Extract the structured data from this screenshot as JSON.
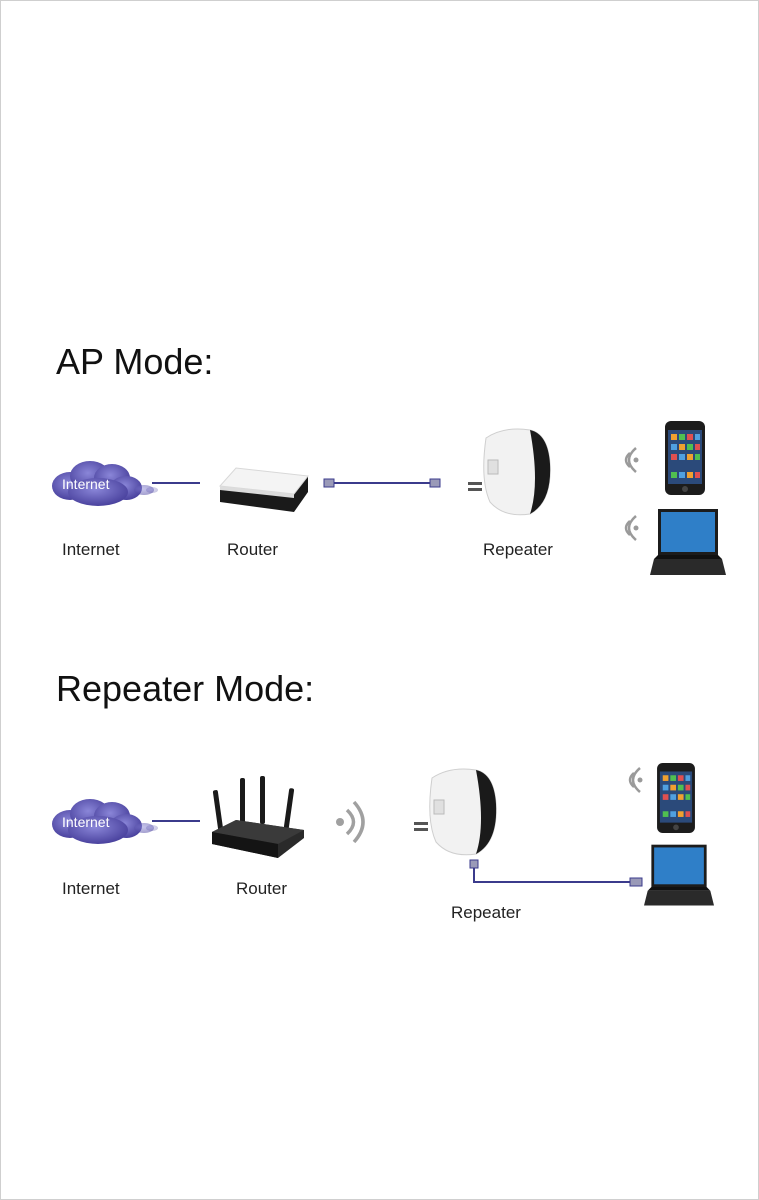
{
  "ap_mode": {
    "heading": "AP Mode:",
    "cloud_text": "Internet",
    "labels": {
      "internet": "Internet",
      "router": "Router",
      "repeater": "Repeater"
    }
  },
  "repeater_mode": {
    "heading": "Repeater Mode:",
    "cloud_text": "Internet",
    "labels": {
      "internet": "Internet",
      "router": "Router",
      "repeater": "Repeater"
    }
  },
  "colors": {
    "cloud": "#5b55b0",
    "cable": "#3b3b8c",
    "device_white": "#f2f2f2",
    "device_dark": "#1a1a1a",
    "screen_blue": "#2f7fc8"
  },
  "icons": [
    "cloud-icon",
    "router-icon",
    "wireless-router-icon",
    "repeater-icon",
    "smartphone-icon",
    "laptop-icon",
    "wifi-signal-icon",
    "ethernet-cable-icon"
  ]
}
